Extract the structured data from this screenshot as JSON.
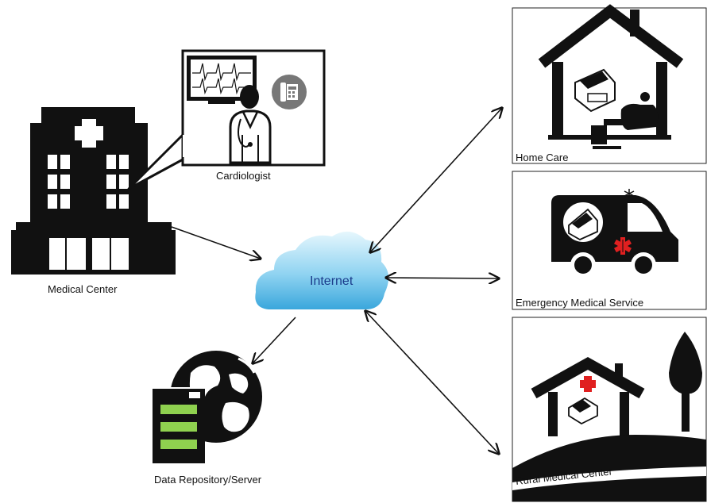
{
  "nodes": {
    "cardiologist": {
      "label": "Cardiologist"
    },
    "medical_center": {
      "label": "Medical Center"
    },
    "internet": {
      "label": "Internet"
    },
    "data_repository": {
      "label": "Data Repository/Server"
    },
    "home_care": {
      "label": "Home Care"
    },
    "ems": {
      "label": "Emergency Medical Service"
    },
    "rural": {
      "label": "Rural Medical Center"
    }
  },
  "colors": {
    "cloud_light": "#dff4fc",
    "cloud_dark": "#4fb8e6",
    "internet_text": "#1a3a8a",
    "server_green": "#8fd14f",
    "red_cross": "#e02020",
    "ink": "#111111"
  },
  "connections": [
    {
      "from": "medical_center",
      "to": "internet",
      "direction": "to"
    },
    {
      "from": "internet",
      "to": "home_care",
      "direction": "both"
    },
    {
      "from": "internet",
      "to": "ems",
      "direction": "both"
    },
    {
      "from": "internet",
      "to": "rural",
      "direction": "both"
    },
    {
      "from": "internet",
      "to": "data_repository",
      "direction": "to"
    }
  ]
}
